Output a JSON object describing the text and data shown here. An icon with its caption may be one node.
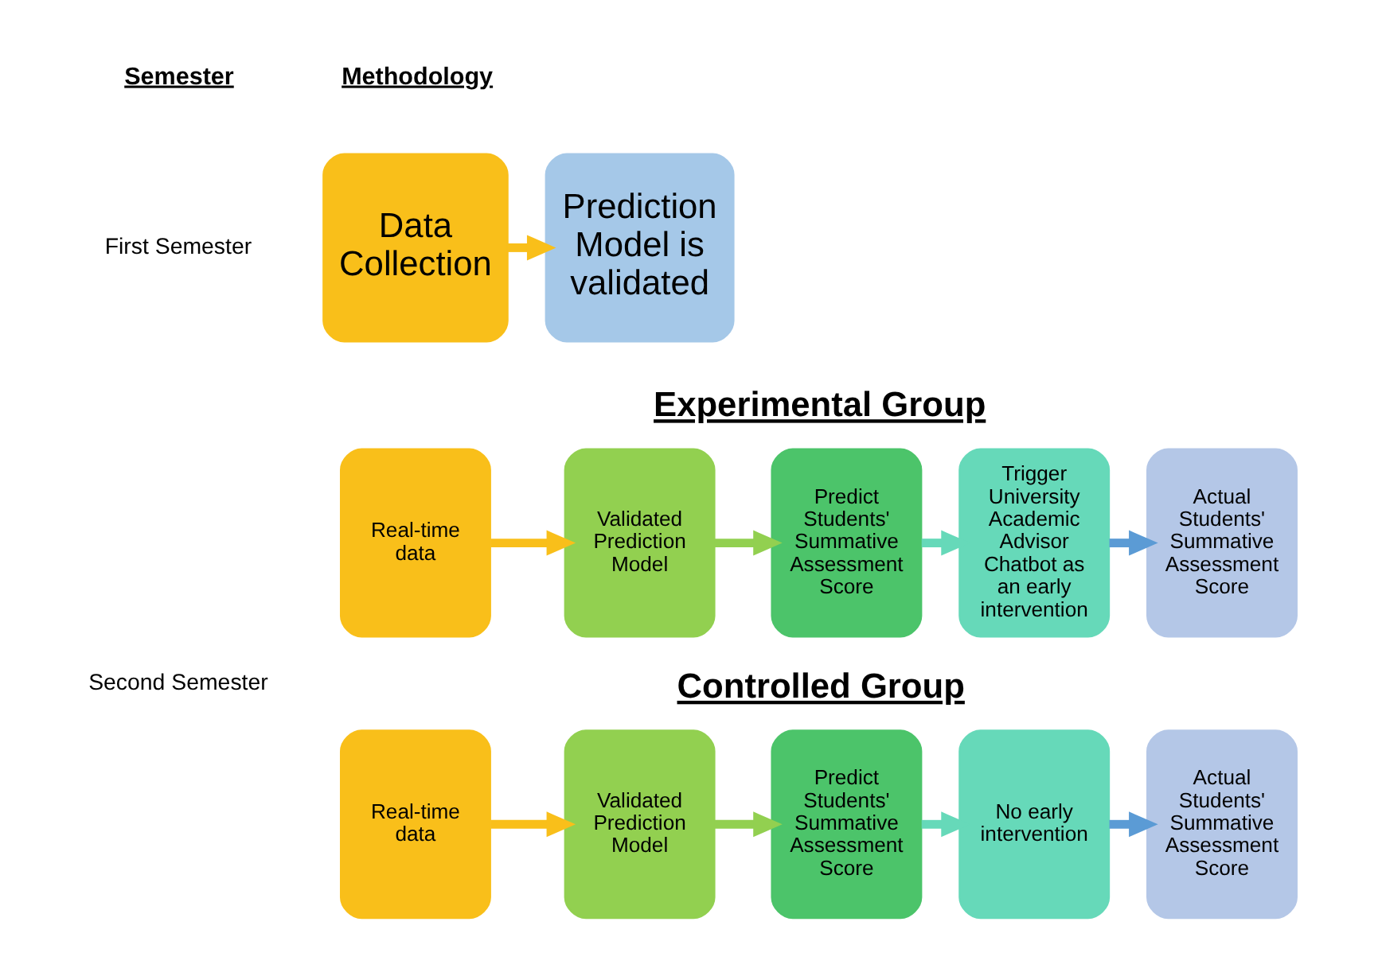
{
  "diagram": {
    "nodes": [
      {
        "text": [
          "Data Collection"
        ]
      },
      {
        "text": [
          "Prediction Model is validated"
        ]
      },
      {
        "text": [
          "Real-time data"
        ]
      },
      {
        "text": [
          "Validated Prediction Model"
        ]
      },
      {
        "text": [
          "Predict Students' Summative Assessment Score"
        ]
      },
      {
        "text": [
          "Trigger University Academic Advisor Chatbot as an early intervention"
        ]
      },
      {
        "text": [
          "Actual Students' Summative Assessment Score"
        ]
      },
      {
        "text": [
          "Real-time data"
        ]
      },
      {
        "text": [
          "Validated Prediction Model"
        ]
      },
      {
        "text": [
          "Predict Students' Summative Assessment Score"
        ]
      },
      {
        "text": [
          "No early intervention"
        ]
      },
      {
        "text": [
          "Actual Students' Summative Assessment Score"
        ]
      }
    ],
    "edges": [
      {
        "from": 0,
        "to": 1,
        "arrow": "to",
        "color": "#f9bf1a"
      },
      {
        "from": 2,
        "to": 3,
        "arrow": "to",
        "color": "#f9bf1a"
      },
      {
        "from": 3,
        "to": 4,
        "arrow": "to",
        "color": "#92d050"
      },
      {
        "from": 4,
        "to": 5,
        "arrow": "to",
        "color": "#66d9b9"
      },
      {
        "from": 5,
        "to": 6,
        "arrow": "to",
        "color": "#5b9bd5"
      },
      {
        "from": 7,
        "to": 8,
        "arrow": "to",
        "color": "#f9bf1a"
      },
      {
        "from": 8,
        "to": 9,
        "arrow": "to",
        "color": "#92d050"
      },
      {
        "from": 9,
        "to": 10,
        "arrow": "to",
        "color": "#66d9b9"
      },
      {
        "from": 10,
        "to": 11,
        "arrow": "to",
        "color": "#5b9bd5"
      }
    ],
    "labels": [
      "Semester",
      "Methodology",
      "First Semester",
      "Second Semester",
      "Experimental Group",
      "Controlled Group"
    ]
  }
}
